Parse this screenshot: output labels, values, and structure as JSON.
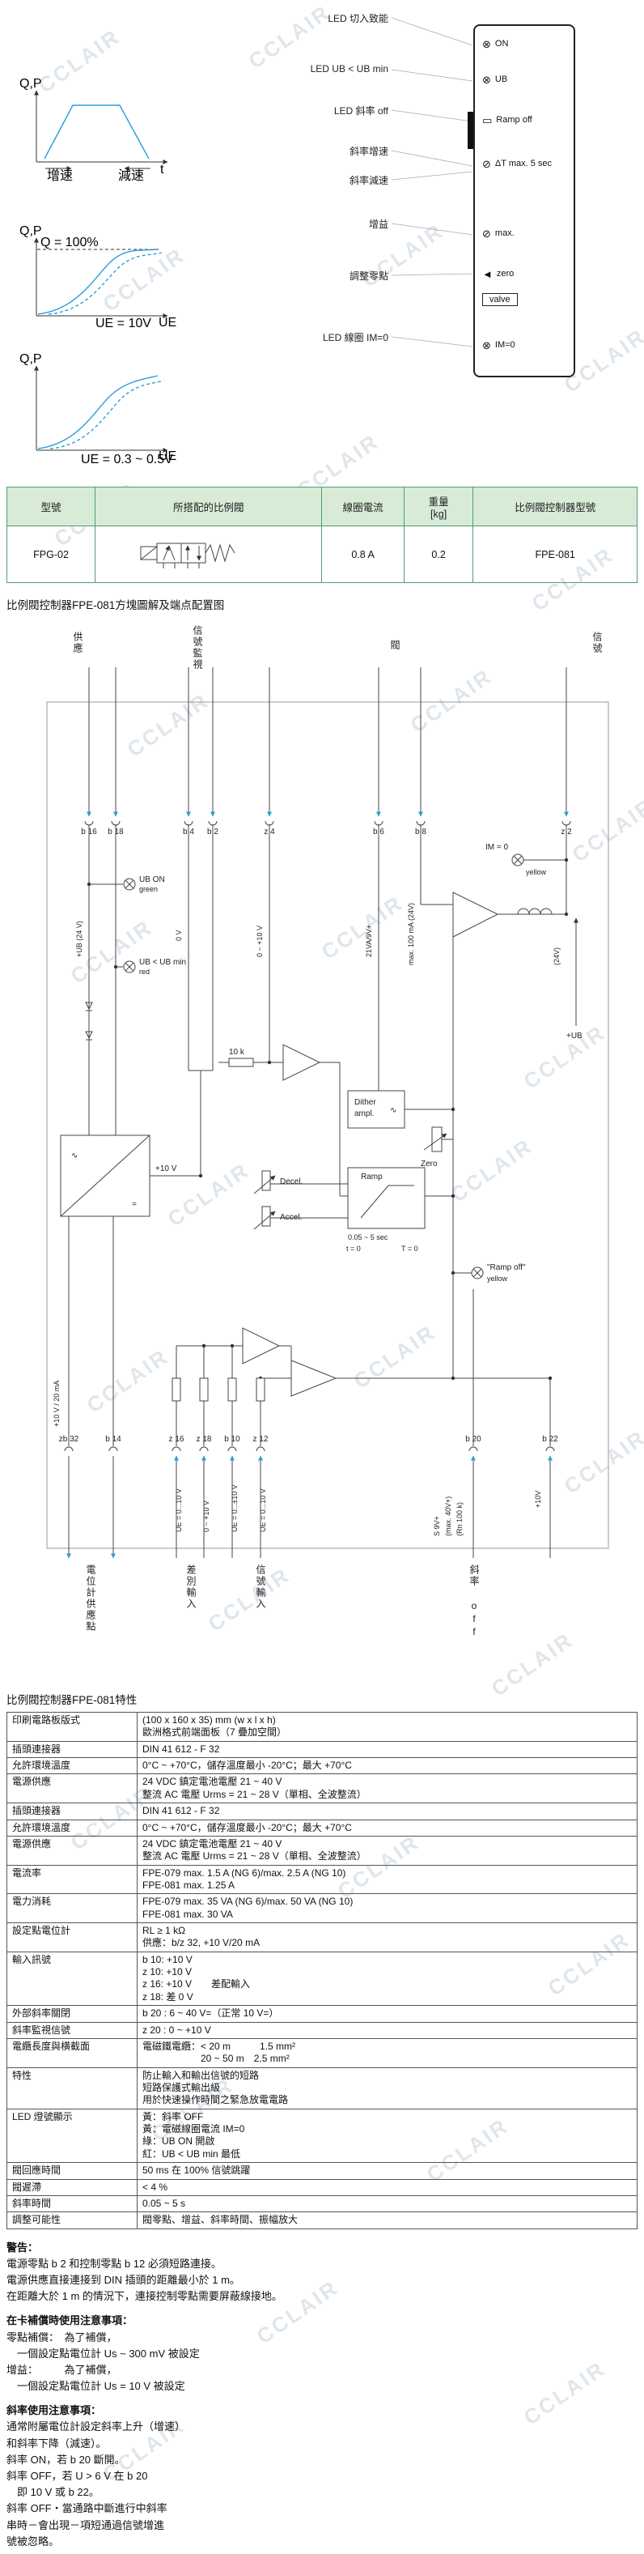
{
  "watermark": "CCLAIR",
  "top": {
    "led_labels": [
      "LED 切入致能",
      "LED UB < UB min",
      "LED 斜率 off",
      "斜率增速",
      "斜率減速",
      "增益",
      "調整零點",
      "LED 線圈 IM=0"
    ],
    "graphs": {
      "g1": {
        "y": "Q,P",
        "x": "t",
        "accel": "增速",
        "decel": "減速"
      },
      "g2": {
        "y": "Q,P",
        "q": "Q = 100%",
        "x": "UE",
        "note": "UE = 10V"
      },
      "g3": {
        "y": "Q,P",
        "x": "UE",
        "note": "UE = 0.3 ~ 0.5V"
      }
    },
    "panel": {
      "items": [
        {
          "icon": "led",
          "label": "ON"
        },
        {
          "icon": "led",
          "label": "UB"
        },
        {
          "icon": "jumper",
          "label": "Ramp off"
        },
        {
          "icon": "trimpot",
          "label": "ΔT max. 5 sec"
        },
        {
          "icon": "trimpot",
          "label": "max."
        },
        {
          "icon": "arrow",
          "label": "zero"
        },
        {
          "icon": "valve-box",
          "label": "valve"
        },
        {
          "icon": "led",
          "label": "IM=0"
        }
      ]
    }
  },
  "model_table": {
    "headers": [
      "型號",
      "所搭配的比例閥",
      "線圈電流",
      "重量",
      "比例閥控制器型號"
    ],
    "weight_unit": "[kg]",
    "row": {
      "model": "FPG-02",
      "current": "0.8 A",
      "weight": "0.2",
      "controller": "FPE-081"
    }
  },
  "diagram": {
    "title": "比例閥控制器FPE-081方塊圖解及端点配置图",
    "vertical_top": [
      "供應",
      "信號監視",
      "閥",
      "信號"
    ],
    "top_terminals": [
      "b 16",
      "b 18",
      "b 4",
      "b 2",
      "z 4",
      "b 6",
      "b 8",
      "z 2"
    ],
    "top_notes": {
      "ub": "+UB (24 V)",
      "v0": "0 V",
      "v10": "0 ~ +10 V",
      "va": "21VA/9V+",
      "ma": "max. 100 mA (24V)",
      "v24": "(24V)"
    },
    "labels": {
      "ub_on": "UB ON",
      "green": "green",
      "ub_min": "UB < UB min",
      "red": "red",
      "r10k": "10 k",
      "dither1": "Dither",
      "dither2": "ampl.",
      "wave": "∿",
      "zero": "Zero",
      "decel": "Decel.",
      "accel": "Accel.",
      "ramp": "Ramp",
      "ramp_time": "0.05 ~ 5 sec",
      "t0": "t = 0",
      "T0": "T = 0",
      "p10": "+10 V",
      "ac": "∿",
      "dc": "=",
      "im0": "IM = 0",
      "yellow": "yellow",
      "ramp_off": "\"Ramp off\"",
      "yellow2": "yellow",
      "pot_sup": "+10 V / 20 mA",
      "s9": "S 9V+",
      "max40": "(max. 40V+)",
      "rn": "(Rn 100 k)",
      "p10b": "+10V",
      "ubr": "+UB"
    },
    "bottom_terminals": [
      "zb 32",
      "b 14",
      "z 16",
      "z 18",
      "b 10",
      "z 12",
      "b 20",
      "b 22"
    ],
    "bottom_notes": [
      "UE = 0...10 V",
      "0 ~ +10 V",
      "UE = 0...±10 V",
      "UE = 0...10 V"
    ],
    "vertical_bottom": [
      "電位計供應點",
      "差別輸入",
      "信號輸入",
      "斜率 off"
    ]
  },
  "spec": {
    "title": "比例閥控制器FPE-081特性",
    "rows": [
      {
        "k": "印刷電路板版式",
        "v": "(100 x 160 x 35) mm (w x l x h)\n歐洲格式前端面板（7 疊加空間）"
      },
      {
        "k": "插頭連接器",
        "v": "DIN 41 612 - F 32"
      },
      {
        "k": "允許環境溫度",
        "v": "0°C ~ +70°C，儲存溫度最小 -20°C；最大 +70°C"
      },
      {
        "k": "電源供應",
        "v": "24 VDC 鎮定電池電壓 21 ~ 40 V\n整流 AC 電壓 Urms = 21 ~ 28 V（單相、全波整流）"
      },
      {
        "k": "插頭連接器",
        "v": "DIN 41 612 - F 32"
      },
      {
        "k": "允許環境溫度",
        "v": "0°C ~ +70°C，儲存溫度最小 -20°C；最大 +70°C"
      },
      {
        "k": "電源供應",
        "v": "24 VDC 鎮定電池電壓 21 ~ 40 V\n整流 AC 電壓 Urms = 21 ~ 28 V（單相、全波整流）"
      },
      {
        "k": "電流率",
        "v": "FPE-079 max. 1.5 A (NG 6)/max. 2.5 A (NG 10)\nFPE-081 max. 1.25 A"
      },
      {
        "k": "電力消耗",
        "v": "FPE-079 max. 35 VA (NG 6)/max. 50 VA (NG 10)\nFPE-081 max. 30 VA"
      },
      {
        "k": "設定點電位計",
        "v": "RL ≥ 1 kΩ\n供應：b/z 32, +10 V/20 mA"
      },
      {
        "k": "輸入訊號",
        "v": "b 10: +10 V\nz 10: +10 V\nz 16: +10 V　　差配輸入\nz 18: 差 0 V"
      },
      {
        "k": "外部斜率關閉",
        "v": "b 20 : 6 ~ 40 V=（正常 10 V=）"
      },
      {
        "k": "斜率監視信號",
        "v": "z 20 : 0 ~ +10 V"
      },
      {
        "k": "電纜長度與横截面",
        "v": "電磁鐵電纜：< 20 m　　　1.5 mm²\n　　　　　　20 ~ 50 m　2.5 mm²"
      },
      {
        "k": "特性",
        "v": "防止輸入和輸出信號的短路\n短路保護式輸出級\n用於快速操作時間之緊急放電電路"
      },
      {
        "k": "LED 燈號顯示",
        "v": "黃：斜率 OFF\n黃：電磁線圈電流 IM=0\n綠：UB ON 開啟\n紅：UB < UB min 最低"
      },
      {
        "k": "閥回應時間",
        "v": "50 ms 在 100% 信號跳躍"
      },
      {
        "k": "閥遲滯",
        "v": "< 4 %"
      },
      {
        "k": "斜率時間",
        "v": "0.05 ~ 5 s"
      },
      {
        "k": "調整可能性",
        "v": "閥零點、增益、斜率時間、振幅放大"
      }
    ]
  },
  "notes": {
    "warning_title": "警告：",
    "warning_lines": [
      "電源零點 b 2 和控制零點 b 12 必須短路連接。",
      "電源供應直接連接到 DIN 插頭的距離最小於 1 m。",
      "在距離大於 1 m 的情況下，連接控制零點需要屏蔽線接地。"
    ],
    "comp_title": "在卡補償時使用注意事項：",
    "comp_lines": [
      "零點補償：　為了補償，",
      "　一個設定點電位計 Us ~ 300 mV 被設定",
      "增益：　　　為了補償，",
      "　一個設定點電位計 Us = 10 V 被設定"
    ],
    "ramp_title": "斜率使用注意事項：",
    "ramp_lines": [
      "通常附屬電位計設定斜率上升（增速）",
      "和斜率下降（減速）。",
      "斜率 ON，若 b 20 斷開。",
      "斜率 OFF，若 U > 6 V 在 b 20",
      "　即 10 V 或 b 22。",
      "斜率 OFF・當通路中斷進行中斜率",
      "串時－會出現－項短通過信號增進",
      "號被忽略。"
    ]
  }
}
